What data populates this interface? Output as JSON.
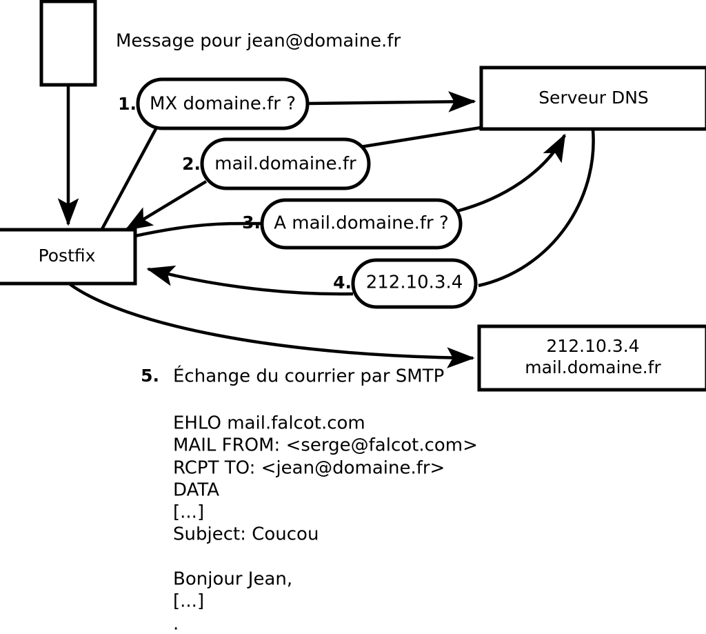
{
  "diagram": {
    "title_text": "Message pour jean@domaine.fr",
    "nodes": {
      "client": {
        "label": ""
      },
      "postfix": {
        "label": "Postfix"
      },
      "dns": {
        "label": "Serveur DNS"
      },
      "mailserver": {
        "line1": "212.10.3.4",
        "line2": "mail.domaine.fr"
      }
    },
    "steps": [
      {
        "num": "1.",
        "text": "MX domaine.fr ?"
      },
      {
        "num": "2.",
        "text": "mail.domaine.fr"
      },
      {
        "num": "3.",
        "text": "A mail.domaine.fr ?"
      },
      {
        "num": "4.",
        "text": "212.10.3.4"
      }
    ],
    "step5": {
      "num": "5.",
      "text": "Échange du courrier par SMTP"
    },
    "smtp_transcript": [
      "EHLO mail.falcot.com",
      "MAIL FROM: <serge@falcot.com>",
      "RCPT TO: <jean@domaine.fr>",
      "DATA",
      "[...]",
      "Subject: Coucou",
      "",
      "Bonjour Jean,",
      "[...]",
      "."
    ],
    "colors": {
      "stroke": "#000000",
      "fill": "#ffffff",
      "text": "#000000"
    }
  }
}
